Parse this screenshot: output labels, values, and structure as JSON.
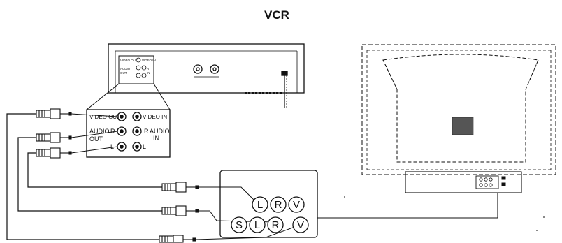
{
  "title": "VCR",
  "vcr_rear_panel": {
    "video_out": "VIDEO OUT",
    "video_in": "VIDEO IN",
    "audio": "AUDIO",
    "out": "OUT",
    "in": "IN",
    "r": "R",
    "l": "L"
  },
  "vcr_jack_panel": {
    "video_out": "VIDEO OUT",
    "video_in": "VIDEO IN",
    "audio": "AUDIO",
    "out": "OUT",
    "r_out": "R",
    "r_in": "R",
    "audio_in": "AUDIO",
    "in": "IN",
    "l_out": "L",
    "l_in": "L"
  },
  "tv_terminal_panel": {
    "top_row": [
      "L",
      "R",
      "V"
    ],
    "bottom_row": [
      "S",
      "L",
      "R",
      "V"
    ]
  }
}
